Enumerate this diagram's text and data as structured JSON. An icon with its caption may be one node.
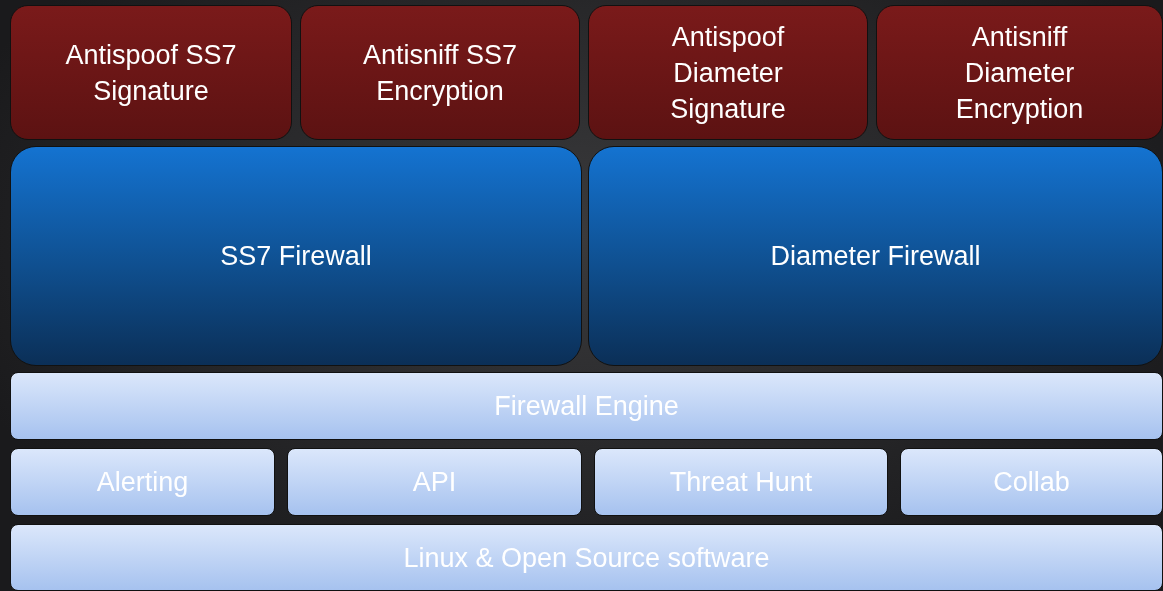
{
  "diagram": {
    "nodes": [
      {
        "text": [
          "Antispoof SS7 Signature"
        ]
      },
      {
        "text": [
          "Antisniff SS7 Encryption"
        ]
      },
      {
        "text": [
          "Antispoof Diameter Signature"
        ]
      },
      {
        "text": [
          "Antisniff Diameter Encryption"
        ]
      },
      {
        "text": [
          "SS7 Firewall"
        ]
      },
      {
        "text": [
          "Diameter Firewall"
        ]
      },
      {
        "text": [
          "Firewall Engine"
        ]
      },
      {
        "text": [
          "Alerting"
        ]
      },
      {
        "text": [
          "API"
        ]
      },
      {
        "text": [
          "Threat Hunt"
        ]
      },
      {
        "text": [
          "Collab"
        ]
      },
      {
        "text": [
          "Linux & Open Source software"
        ]
      }
    ]
  }
}
